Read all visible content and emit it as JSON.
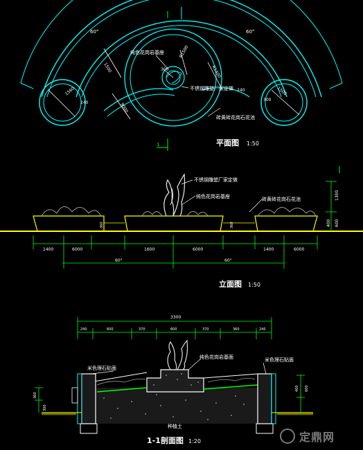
{
  "plan": {
    "title": "平面图",
    "scale": "1:50",
    "angle_left": "60°",
    "angle_right": "60°",
    "label_planter": "纯色花岗岩基座",
    "label_sculpture": "不锈钢雕塑厂家定做",
    "label_pool": "砖黄砖花岗石花池",
    "section_mark": "1",
    "dims": {
      "d1": "1500",
      "d2": "R1500",
      "d3": "R1400",
      "d4": "300",
      "d5": "1560",
      "d6": "9000",
      "d7": "240",
      "d8": "240",
      "d9": "300",
      "d10": "1500"
    }
  },
  "elevation": {
    "title": "立面图",
    "scale": "1:50",
    "label_sculpture": "不锈钢雕塑厂家定做",
    "label_base": "纯色花岗岩基座",
    "label_pool": "砖黄砖花岗石花池",
    "dims_bottom": [
      "1400",
      "6000",
      "1600",
      "6000",
      "1400",
      "6000"
    ],
    "angles": [
      "60°",
      "60°"
    ],
    "dims_right": [
      "1300",
      "400",
      "600"
    ],
    "dims_small": [
      "360",
      "360"
    ]
  },
  "section": {
    "title": "1-1剖面图",
    "scale": "1:20",
    "top_total": "3300",
    "top_dims": [
      "240",
      "600",
      "370",
      "600",
      "370",
      "360",
      "240"
    ],
    "label_left": "米色理石贴面",
    "label_mid": "纯色花岗岩基面",
    "label_right": "米色理石贴面",
    "label_soil": "种植土",
    "dims_left": [
      "360",
      "300"
    ],
    "dims_right": [
      "400",
      "600"
    ]
  },
  "colors": {
    "bg": "#000000",
    "cyan": "#00ffff",
    "white": "#ffffff",
    "yellow": "#ffff00",
    "green": "#00ff00",
    "gray": "#9a9a9a"
  },
  "watermark": "定鼎网"
}
